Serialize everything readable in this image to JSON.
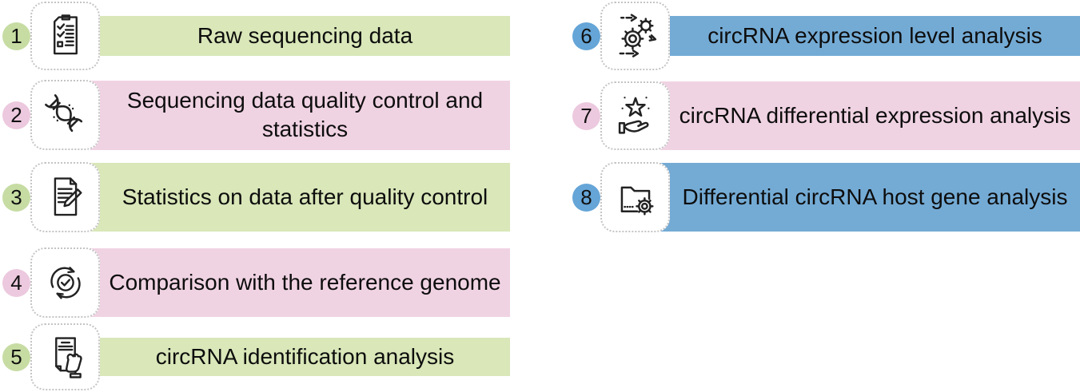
{
  "items": [
    {
      "number": "1",
      "label": "Raw sequencing data",
      "scheme": "green",
      "icon": "checklist-icon"
    },
    {
      "number": "2",
      "label": "Sequencing data quality control and statistics",
      "scheme": "pink",
      "icon": "dna-icon"
    },
    {
      "number": "3",
      "label": "Statistics on data after quality control",
      "scheme": "green",
      "icon": "document-pencil-icon"
    },
    {
      "number": "4",
      "label": "Comparison with the reference genome",
      "scheme": "pink",
      "icon": "sync-check-icon"
    },
    {
      "number": "5",
      "label": "circRNA identification analysis",
      "scheme": "green",
      "icon": "document-hand-icon"
    },
    {
      "number": "6",
      "label": "circRNA expression level analysis",
      "scheme": "blue",
      "icon": "gears-arrows-icon"
    },
    {
      "number": "7",
      "label": "circRNA differential expression analysis",
      "scheme": "pink",
      "icon": "star-hand-icon"
    },
    {
      "number": "8",
      "label": "Differential circRNA host gene analysis",
      "scheme": "blue",
      "icon": "folder-gear-icon"
    }
  ],
  "colors": {
    "green_bar": "#d9e7b9",
    "green_badge": "#c6dca3",
    "pink_bar": "#f0d3e3",
    "pink_badge": "#ecc9de",
    "blue_bar": "#74abd5",
    "blue_badge": "#65a5d7",
    "icon_stroke": "#222222",
    "text": "#0d0d0d"
  }
}
